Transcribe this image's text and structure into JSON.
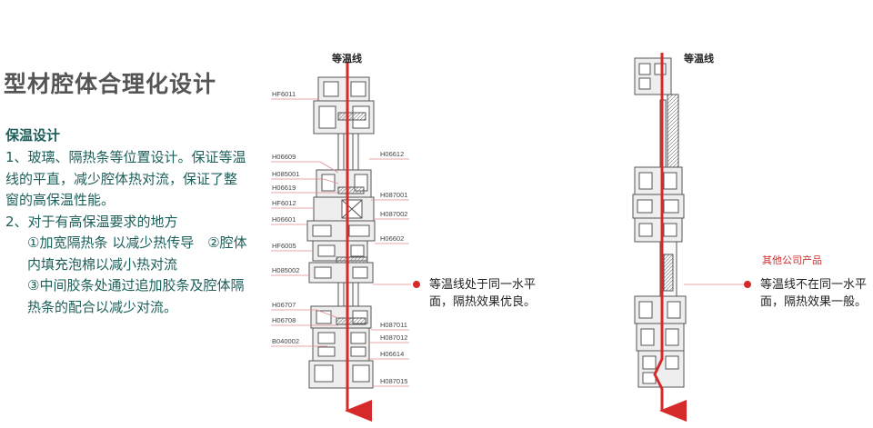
{
  "title": "型材腔体合理化设计",
  "subtitle": "保温设计",
  "paragraphs": [
    "1、玻璃、隔热条等位置设计。保证等温线的平直，减少腔体热对流，保证了整窗的高保温性能。",
    "2、对于有高保温要求的地方",
    "①加宽隔热条 以减少热传导　②腔体内填充泡棉以减小热对流",
    "③中间胶条处通过追加胶条及腔体隔热条的配合以减少对流。"
  ],
  "left_diagram": {
    "isotherm_label": "等温线",
    "left_codes": [
      "HF6011",
      "H06609",
      "H085001",
      "H06619",
      "HF6012",
      "H06601",
      "HF6005",
      "H085002",
      "H06707",
      "H06708",
      "B040002"
    ],
    "right_codes": [
      "H06612",
      "H087001",
      "H087002",
      "H06602",
      "H087011",
      "H087012",
      "H06614",
      "H087015"
    ],
    "note_line1": "等温线处于同一水平",
    "note_line2": "面，隔热效果优良。"
  },
  "right_diagram": {
    "isotherm_label": "等温线",
    "other_label": "其他公司产品",
    "note_line1": "等温线不在同一水平",
    "note_line2": "面，隔热效果一般。"
  },
  "colors": {
    "accent_red": "#d62a2a",
    "text_teal": "#1c5f5a",
    "leader": "#e08a8a"
  }
}
